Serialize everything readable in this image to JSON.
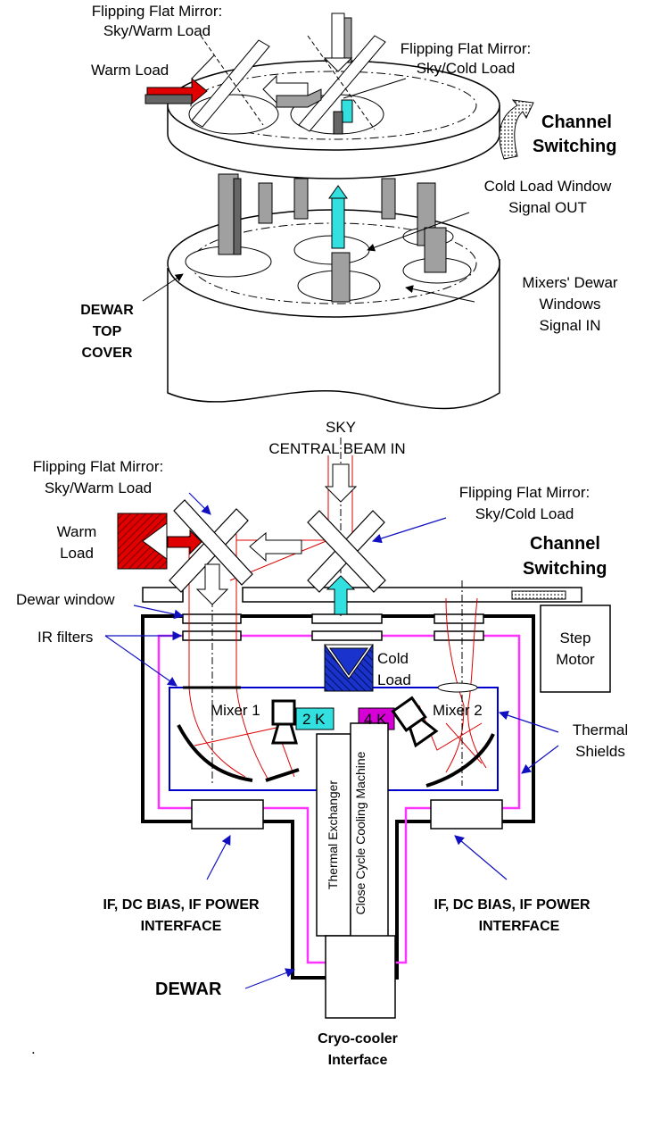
{
  "top": {
    "mirror_left": [
      "Flipping Flat Mirror:",
      "Sky/Warm Load"
    ],
    "mirror_right": [
      "Flipping Flat Mirror:",
      "Sky/Cold Load"
    ],
    "warm_load": "Warm Load",
    "channel_switching": [
      "Channel",
      "Switching"
    ],
    "cold_load_window": [
      "Cold Load Window",
      "Signal OUT"
    ],
    "mixers_dewar_windows": [
      "Mixers' Dewar",
      "Windows",
      "Signal IN"
    ],
    "dewar_top_cover": [
      "DEWAR",
      "TOP",
      "COVER"
    ]
  },
  "bottom": {
    "sky_beam": [
      "SKY",
      "CENTRAL BEAM IN"
    ],
    "mirror_left": [
      "Flipping Flat Mirror:",
      "Sky/Warm Load"
    ],
    "mirror_right": [
      "Flipping Flat Mirror:",
      "Sky/Cold Load"
    ],
    "warm_load": [
      "Warm",
      "Load"
    ],
    "channel_switching": [
      "Channel",
      "Switching"
    ],
    "dewar_window": "Dewar window",
    "ir_filters": "IR filters",
    "step_motor": [
      "Step",
      "Motor"
    ],
    "cold_load": [
      "Cold",
      "Load"
    ],
    "mixer1": "Mixer 1",
    "mixer2": "Mixer 2",
    "stage_2k": "2 K",
    "stage_4k": "4 K",
    "thermal_shields": [
      "Thermal",
      "Shields"
    ],
    "thermal_exchanger": "Thermal Exchanger",
    "cooling_machine": "Close Cycle Cooling Machine",
    "if_interface_left": [
      "IF, DC BIAS, IF POWER",
      "INTERFACE"
    ],
    "if_interface_right": [
      "IF, DC BIAS, IF POWER",
      "INTERFACE"
    ],
    "dewar": "DEWAR",
    "cryo_cooler": [
      "Cryo-cooler",
      "Interface"
    ],
    "dot": "."
  },
  "colors": {
    "warm_red": "#e00000",
    "cold_cyan": "#33e0e0",
    "cold_blue": "#1a33cc",
    "stage_4k_magenta": "#d600d6",
    "shield_pink": "#ff33ff",
    "shield_blue": "#0000cc",
    "beam_red": "#dd0000",
    "pointer_blue": "#1010c0",
    "gray_fill": "#a0a0a0"
  }
}
